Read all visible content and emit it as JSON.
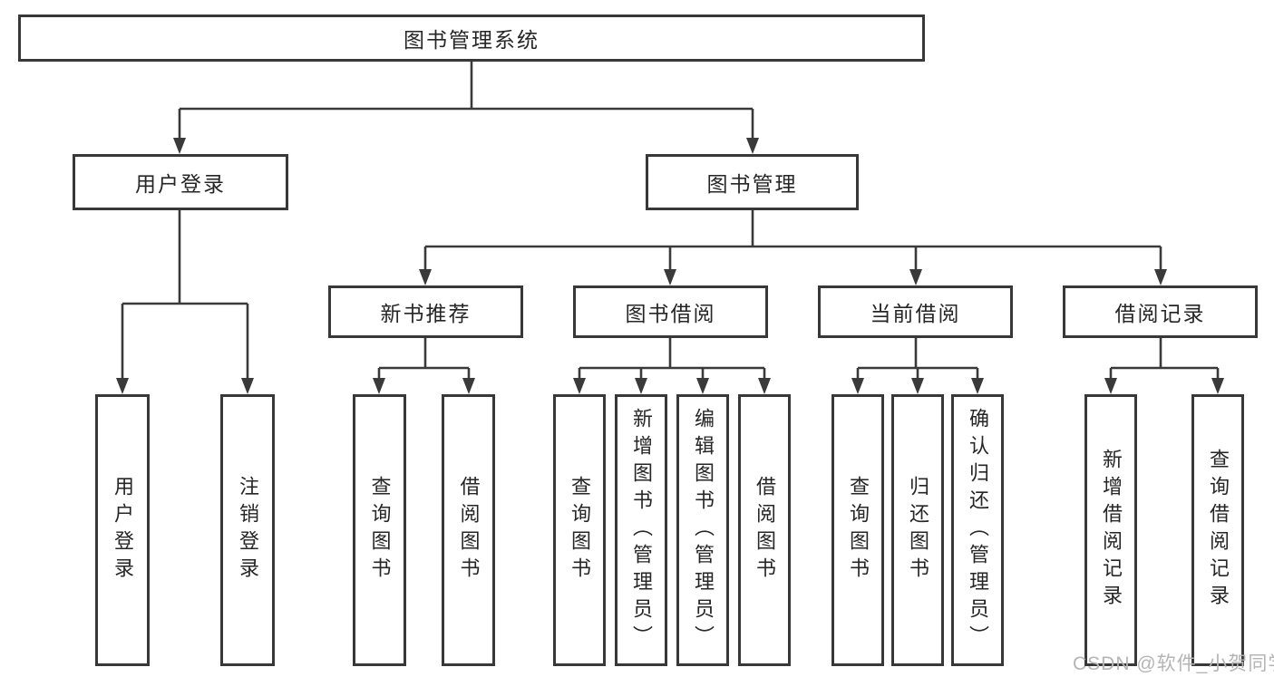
{
  "tree": {
    "root": {
      "label": "图书管理系统",
      "children": [
        {
          "label": "用户登录",
          "children": [
            {
              "label": "用户登录"
            },
            {
              "label": "注销登录"
            }
          ]
        },
        {
          "label": "图书管理",
          "children": [
            {
              "label": "新书推荐",
              "children": [
                {
                  "label": "查询图书"
                },
                {
                  "label": "借阅图书"
                }
              ]
            },
            {
              "label": "图书借阅",
              "children": [
                {
                  "label": "查询图书"
                },
                {
                  "label": "新增图书（管理员）"
                },
                {
                  "label": "编辑图书（管理员）"
                },
                {
                  "label": "借阅图书"
                }
              ]
            },
            {
              "label": "当前借阅",
              "children": [
                {
                  "label": "查询图书"
                },
                {
                  "label": "归还图书"
                },
                {
                  "label": "确认归还（管理员）"
                }
              ]
            },
            {
              "label": "借阅记录",
              "children": [
                {
                  "label": "新增借阅记录"
                },
                {
                  "label": "查询借阅记录"
                }
              ]
            }
          ]
        }
      ]
    }
  },
  "watermark": "CSDN @软件_小贺同学",
  "colors": {
    "line": "#3a3a3a",
    "box_border": "#383838",
    "text": "#262626",
    "background": "#ffffff",
    "watermark": "#b5b5b5"
  }
}
